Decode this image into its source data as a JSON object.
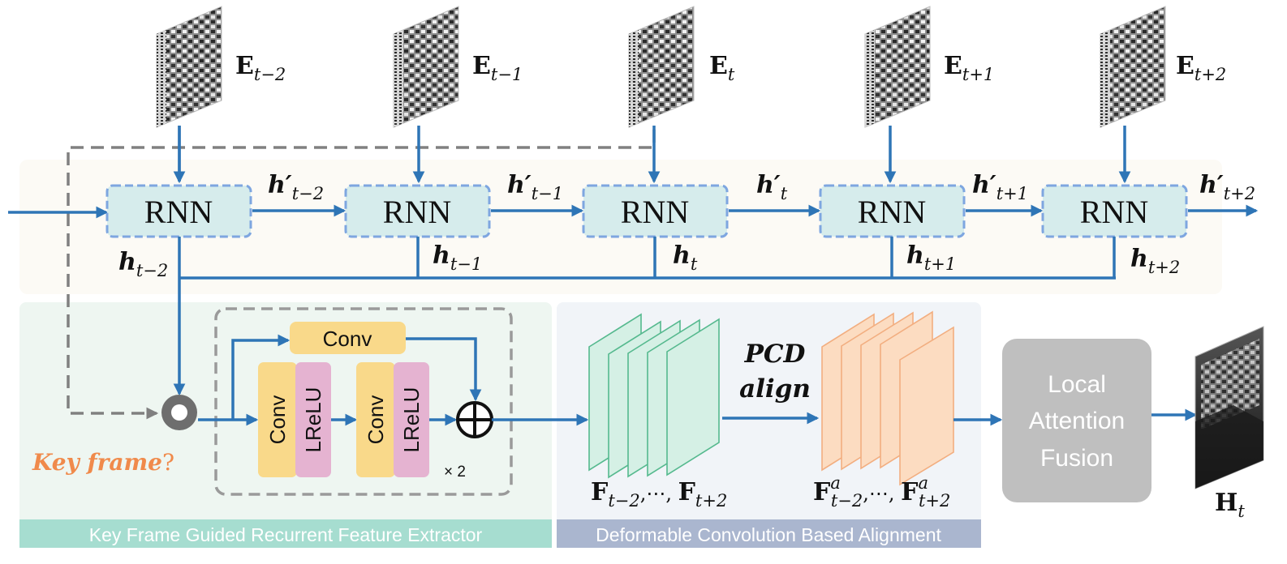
{
  "colors": {
    "arrow": "#2e75b6",
    "rnn_fill": "#d6ecec",
    "rnn_border": "#7ea6e0",
    "conv_fill": "#f9d98a",
    "lrelu_fill": "#e5b3d1",
    "teal_panel": "#eef6f1",
    "blue_panel": "#f1f4f8",
    "rnn_band": "#fcfaf5",
    "green_frames": "#d5f0e5",
    "orange_frames": "#fcdcc1",
    "fusion": "#bfbfbf",
    "key_frame": "#f08a4b"
  },
  "inputs": [
    {
      "main": "E",
      "sub": "t−2"
    },
    {
      "main": "E",
      "sub": "t−1"
    },
    {
      "main": "E",
      "sub": "t"
    },
    {
      "main": "E",
      "sub": "t+1"
    },
    {
      "main": "E",
      "sub": "t+2"
    }
  ],
  "rnn_label": "RNN",
  "forward_states": [
    {
      "main": "h′",
      "sub": "t−2"
    },
    {
      "main": "h′",
      "sub": "t−1"
    },
    {
      "main": "h′",
      "sub": "t"
    },
    {
      "main": "h′",
      "sub": "t+1"
    },
    {
      "main": "h′",
      "sub": "t+2"
    }
  ],
  "hidden_states": [
    {
      "main": "h",
      "sub": "t−2"
    },
    {
      "main": "h",
      "sub": "t−1"
    },
    {
      "main": "h",
      "sub": "t"
    },
    {
      "main": "h",
      "sub": "t+1"
    },
    {
      "main": "h",
      "sub": "t+2"
    }
  ],
  "extractor": {
    "conv_top": "Conv",
    "conv1": "Conv",
    "lrelu1": "LReLU",
    "conv2": "Conv",
    "lrelu2": "LReLU",
    "repeat": "× 2",
    "key_frame_label": "Key frame",
    "key_frame_q": "?"
  },
  "alignment": {
    "pcd_line1": "PCD",
    "pcd_line2": "align",
    "features": {
      "main": "F",
      "sub1": "t−2",
      "mid": ",⋯, ",
      "sub2": "t+2"
    },
    "aligned": {
      "main": "F",
      "sup": "a",
      "sub1": "t−2",
      "mid": ",⋯, ",
      "sub2": "t+2"
    }
  },
  "fusion": {
    "line1": "Local",
    "line2": "Attention",
    "line3": "Fusion"
  },
  "output": {
    "main": "H",
    "sub": "t"
  },
  "panels": {
    "extractor_title": "Key Frame Guided Recurrent Feature Extractor",
    "alignment_title": "Deformable Convolution Based Alignment"
  }
}
